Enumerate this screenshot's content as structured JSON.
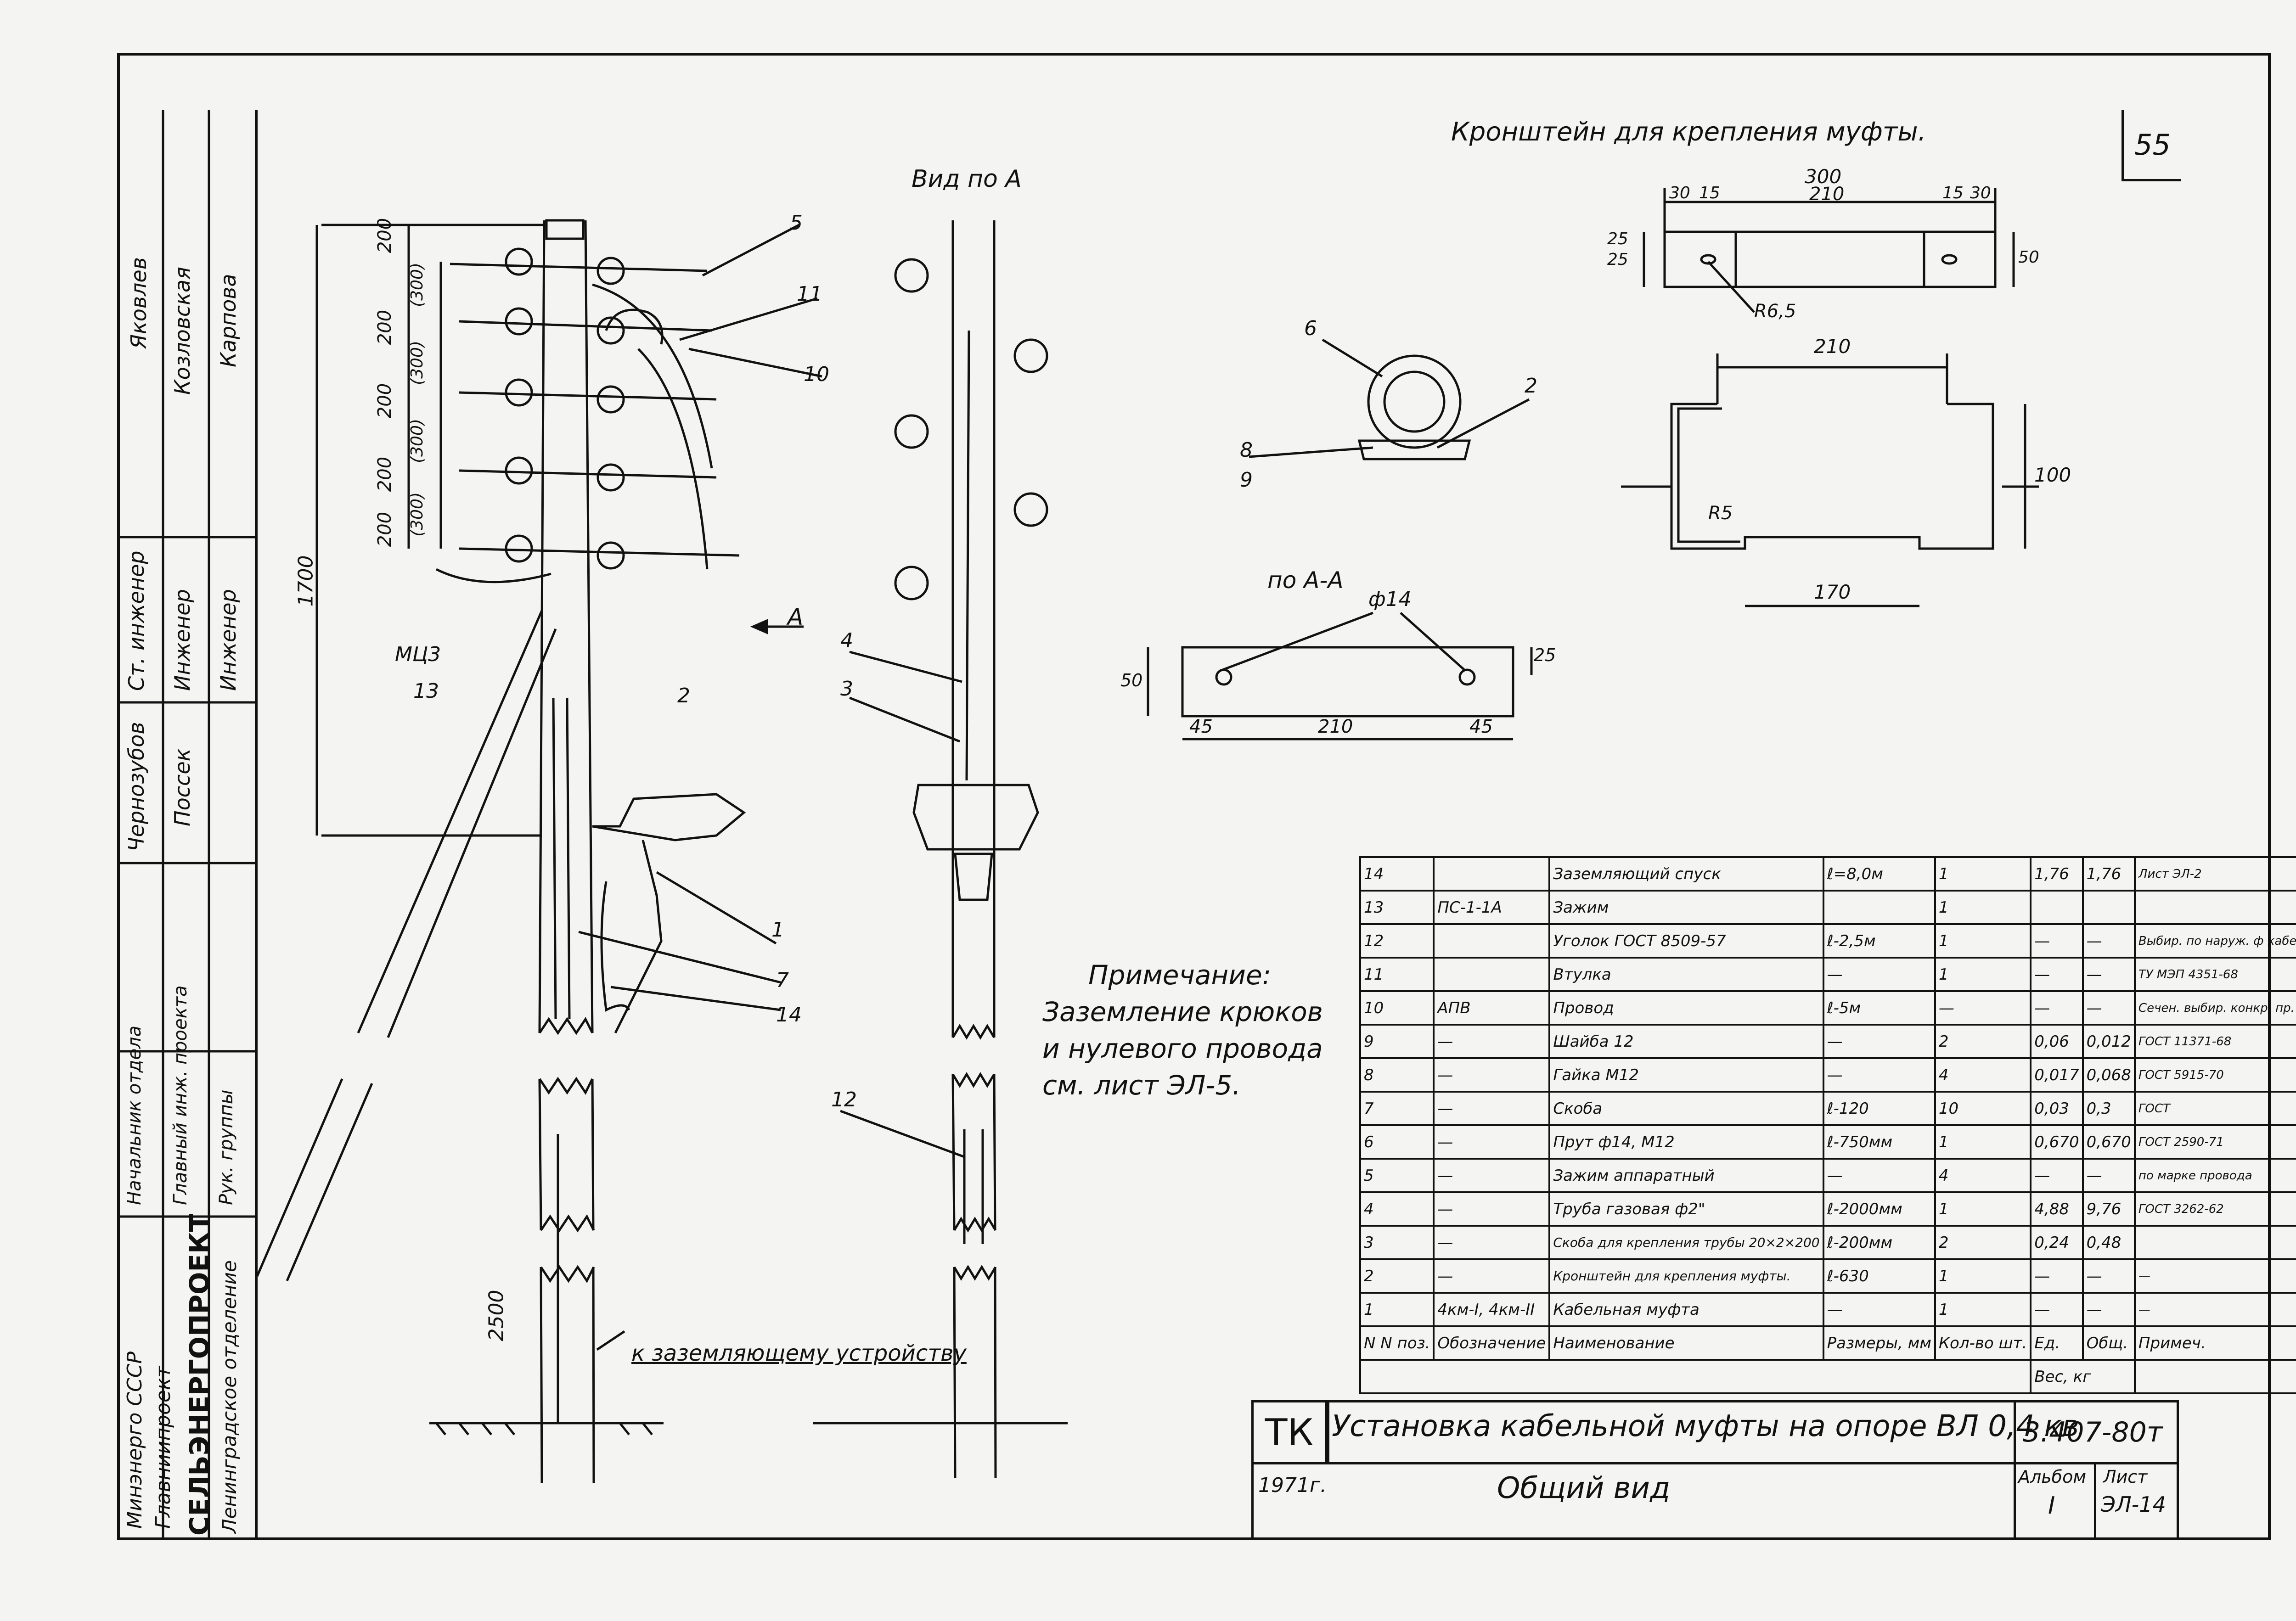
{
  "sheet_number": "55",
  "left_strip": {
    "org": [
      "Минэнерго СССР",
      "Главниипроект",
      "СЕЛЬЭНЕРГОПРОЕКТ",
      "Ленинградское отделение"
    ],
    "roles": [
      "Начальник отдела",
      "Главный инж. проекта",
      "Рук. группы"
    ],
    "titles": [
      "Ст. инженер",
      "Инженер",
      "Инженер"
    ],
    "names_a": [
      "Чернозубов",
      "Яковлев"
    ],
    "names_b": [
      "Поссек",
      "Козловская"
    ],
    "names_c": [
      "Карпова"
    ]
  },
  "views": {
    "view_a_title": "Вид по А",
    "bracket_title": "Кронштейн для крепления муфты.",
    "section_title": "по А-А",
    "marker_a": "А"
  },
  "dimensions": {
    "pole": [
      "200",
      "200",
      "200",
      "200",
      "200",
      "(300)",
      "(300)",
      "(300)",
      "(300)",
      "1700",
      "2500"
    ],
    "bracket_top": [
      "300",
      "30",
      "15",
      "210",
      "15",
      "30",
      "25",
      "25",
      "50",
      "R6,5"
    ],
    "bracket_plan": [
      "210",
      "100",
      "R5",
      "170"
    ],
    "section": [
      "ф14",
      "50",
      "25",
      "45",
      "210",
      "45"
    ]
  },
  "callouts": [
    "5",
    "11",
    "10",
    "МЦ3",
    "13",
    "2",
    "1",
    "7",
    "14",
    "4",
    "3",
    "12",
    "6",
    "2",
    "8",
    "9"
  ],
  "ground_note": "к заземляющему устройству",
  "note": {
    "title": "Примечание:",
    "lines": [
      "Заземление крюков",
      "и нулевого провода",
      "см. лист ЭЛ-5."
    ]
  },
  "spec_table": {
    "rows": [
      [
        "14",
        "",
        "Заземляющий спуск",
        "ℓ=8,0м",
        "1",
        "1,76",
        "1,76",
        "Лист ЭЛ-2"
      ],
      [
        "13",
        "ПС-1-1А",
        "Зажим",
        "",
        "1",
        "",
        "",
        ""
      ],
      [
        "12",
        "",
        "Уголок ГОСТ 8509-57",
        "ℓ-2,5м",
        "1",
        "—",
        "—",
        "Выбир. по наруж. ф кабеля"
      ],
      [
        "11",
        "",
        "Втулка",
        "—",
        "1",
        "—",
        "—",
        "ТУ МЭП 4351-68"
      ],
      [
        "10",
        "АПВ",
        "Провод",
        "ℓ-5м",
        "—",
        "—",
        "—",
        "Сечен. выбир. конкр. пр."
      ],
      [
        "9",
        "—",
        "Шайба 12",
        "—",
        "2",
        "0,06",
        "0,012",
        "ГОСТ 11371-68"
      ],
      [
        "8",
        "—",
        "Гайка М12",
        "—",
        "4",
        "0,017",
        "0,068",
        "ГОСТ 5915-70"
      ],
      [
        "7",
        "—",
        "Скоба",
        "ℓ-120",
        "10",
        "0,03",
        "0,3",
        "ГОСТ"
      ],
      [
        "6",
        "—",
        "Прут ф14, М12",
        "ℓ-750мм",
        "1",
        "0,670",
        "0,670",
        "ГОСТ 2590-71"
      ],
      [
        "5",
        "—",
        "Зажим аппаратный",
        "—",
        "4",
        "—",
        "—",
        "по марке провода"
      ],
      [
        "4",
        "—",
        "Труба газовая ф2\"",
        "ℓ-2000мм",
        "1",
        "4,88",
        "9,76",
        "ГОСТ 3262-62"
      ],
      [
        "3",
        "—",
        "Скоба для крепления трубы 20×2×200",
        "ℓ-200мм",
        "2",
        "0,24",
        "0,48",
        ""
      ],
      [
        "2",
        "—",
        "Кронштейн для крепления муфты.",
        "ℓ-630",
        "1",
        "—",
        "—",
        "—"
      ],
      [
        "1",
        "4км-I, 4км-II",
        "Кабельная муфта",
        "—",
        "1",
        "—",
        "—",
        "—"
      ]
    ],
    "header": [
      "N N поз.",
      "Обозначение",
      "Наименование",
      "Размеры, мм",
      "Кол-во шт.",
      "Ед.",
      "Общ.",
      "Вес, кг",
      "Примеч."
    ]
  },
  "title_block": {
    "code": "ТК",
    "title": "Установка кабельной муфты на опоре ВЛ 0,4 кв",
    "subtitle": "Общий вид",
    "year": "1971г.",
    "doc_no": "3.407-80т",
    "album_label": "Альбом",
    "album": "I",
    "sheet_label": "Лист",
    "sheet": "ЭЛ-14"
  }
}
